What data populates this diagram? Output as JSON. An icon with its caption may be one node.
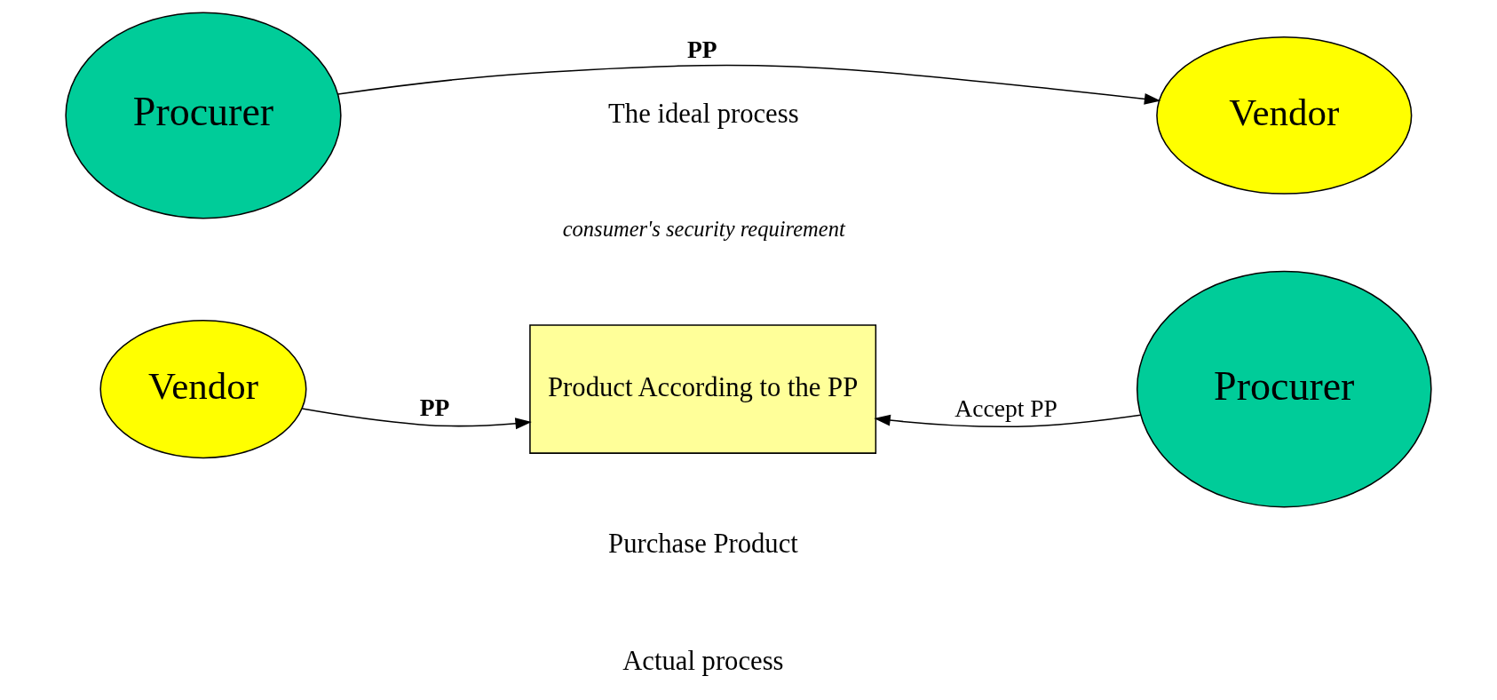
{
  "diagram": {
    "nodes": [
      {
        "text": [
          "Procurer"
        ]
      },
      {
        "text": [
          "Vendor"
        ]
      },
      {
        "text": [
          "Vendor"
        ]
      },
      {
        "text": [
          "Product According to the PP"
        ]
      },
      {
        "text": [
          "Procurer"
        ]
      }
    ],
    "edges": [
      {
        "from": 0,
        "to": 1,
        "arrow": "to",
        "label": "PP"
      },
      {
        "from": 2,
        "to": 3,
        "arrow": "to",
        "label": "PP"
      },
      {
        "from": 4,
        "to": 3,
        "arrow": "to",
        "label": "Accept PP"
      }
    ],
    "labels": [
      "The ideal process",
      "consumer's security requirement",
      "Purchase Product",
      "Actual process"
    ]
  }
}
